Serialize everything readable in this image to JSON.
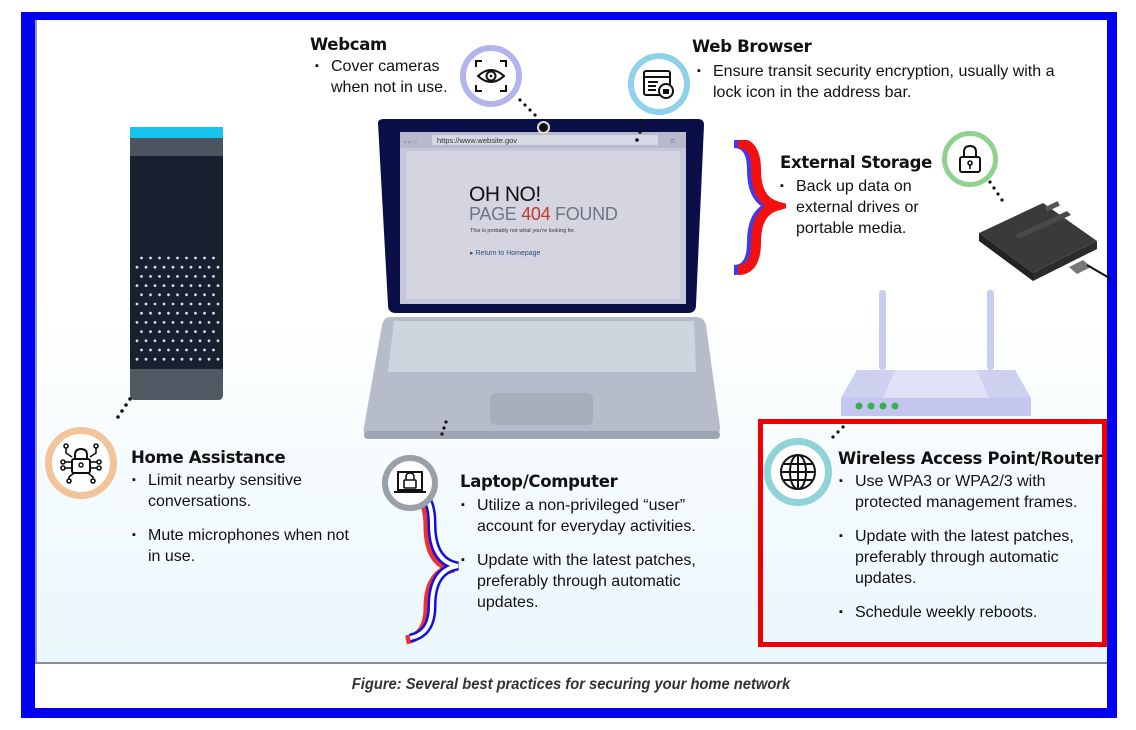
{
  "caption": "Figure: Several best practices for securing your home network",
  "colors": {
    "frame": "#0000f5",
    "highlight_box": "#f00000",
    "webcam_bubble": "#b4b4ec",
    "browser_bubble": "#8fd0ea",
    "storage_bubble": "#8fd18f",
    "home_bubble": "#f3c49a",
    "laptop_bubble": "#9aa0a8",
    "router_bubble": "#8fd3d8",
    "error_code": "#c0392b"
  },
  "sections": {
    "webcam": {
      "title": "Webcam",
      "icon": "eye-scan-icon",
      "bullets": [
        "Cover cameras when not in use."
      ]
    },
    "web_browser": {
      "title": "Web Browser",
      "icon": "browser-lock-icon",
      "bullets": [
        "Ensure transit security encryption, usually with a lock icon in the address bar."
      ]
    },
    "external_storage": {
      "title": "External Storage",
      "icon": "padlock-icon",
      "bullets": [
        "Back up data on external drives or portable media."
      ]
    },
    "home_assistance": {
      "title": "Home Assistance",
      "icon": "circuit-lock-icon",
      "bullets": [
        "Limit nearby sensitive conversations.",
        "Mute microphones when not in use."
      ]
    },
    "laptop": {
      "title": "Laptop/Computer",
      "icon": "laptop-lock-icon",
      "bullets": [
        "Utilize a non-privileged “user” account for everyday activities.",
        "Update with the latest patches, preferably through automatic updates."
      ]
    },
    "router": {
      "title": "Wireless Access Point/Router",
      "icon": "globe-icon",
      "bullets": [
        "Use WPA3 or WPA2/3 with protected management frames.",
        "Update with the latest patches, preferably through automatic updates.",
        "Schedule weekly reboots."
      ]
    }
  },
  "laptop_screen": {
    "url": "https://www.website.gov",
    "heading": "OH NO!",
    "line_prefix": "PAGE ",
    "error_code": "404",
    "line_suffix": " FOUND",
    "subtext": "This is probably not what you're looking for.",
    "link": "Return to Homepage"
  }
}
